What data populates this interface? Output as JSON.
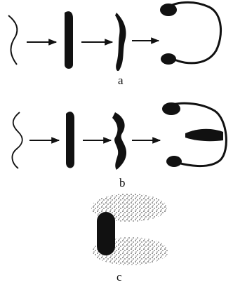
{
  "figure": {
    "panels": [
      {
        "label": "a"
      },
      {
        "label": "b"
      },
      {
        "label": "c"
      }
    ]
  },
  "colors": {
    "ink": "#111111",
    "background": "#ffffff"
  }
}
